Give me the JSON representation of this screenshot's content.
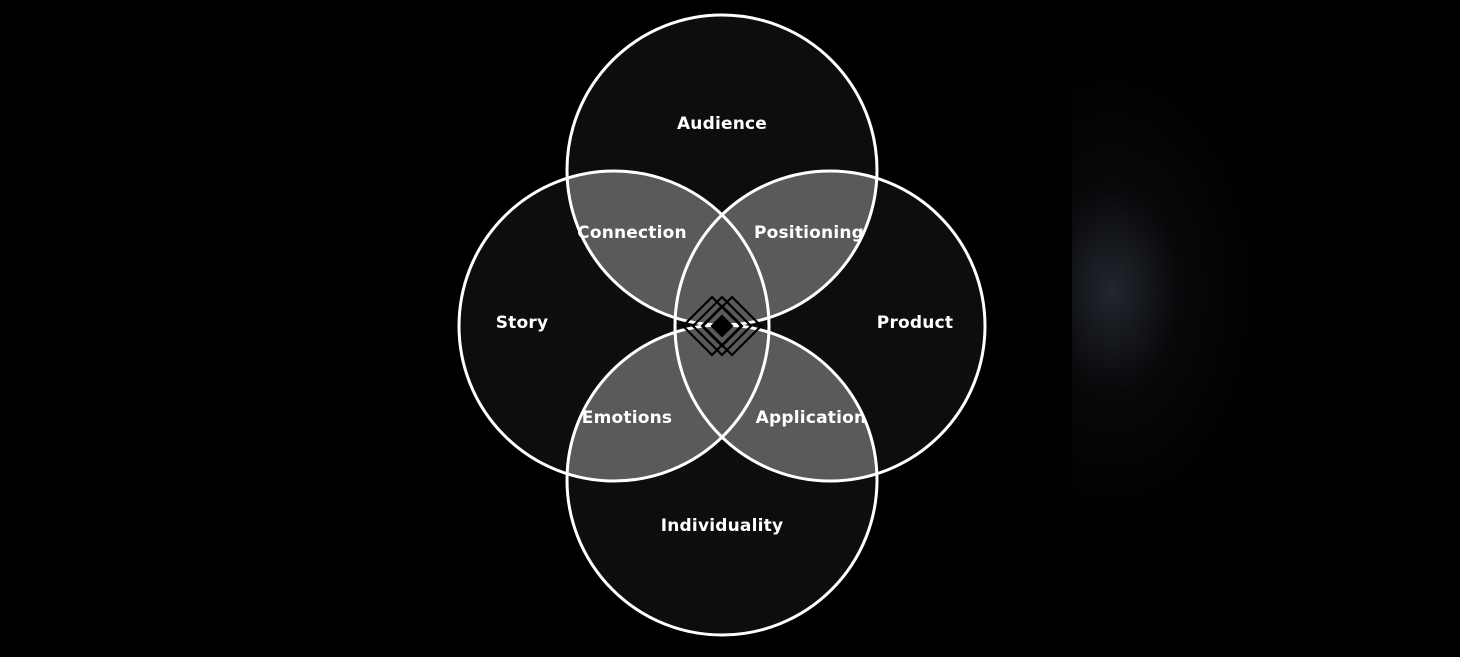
{
  "diagram": {
    "outer_labels": {
      "top": "Audience",
      "left": "Story",
      "right": "Product",
      "bottom": "Individuality"
    },
    "overlap_labels": {
      "top_left": "Connection",
      "top_right": "Positioning",
      "bottom_left": "Emotions",
      "bottom_right": "Application"
    },
    "center_icon": "layered-diamond-logo-icon",
    "colors": {
      "background": "#000000",
      "circle_fill": "#0d0d0f",
      "circle_stroke": "#ffffff",
      "pair_overlap": "#5a5a5a",
      "center_overlap": "#ececec",
      "label": "#ffffff"
    }
  }
}
